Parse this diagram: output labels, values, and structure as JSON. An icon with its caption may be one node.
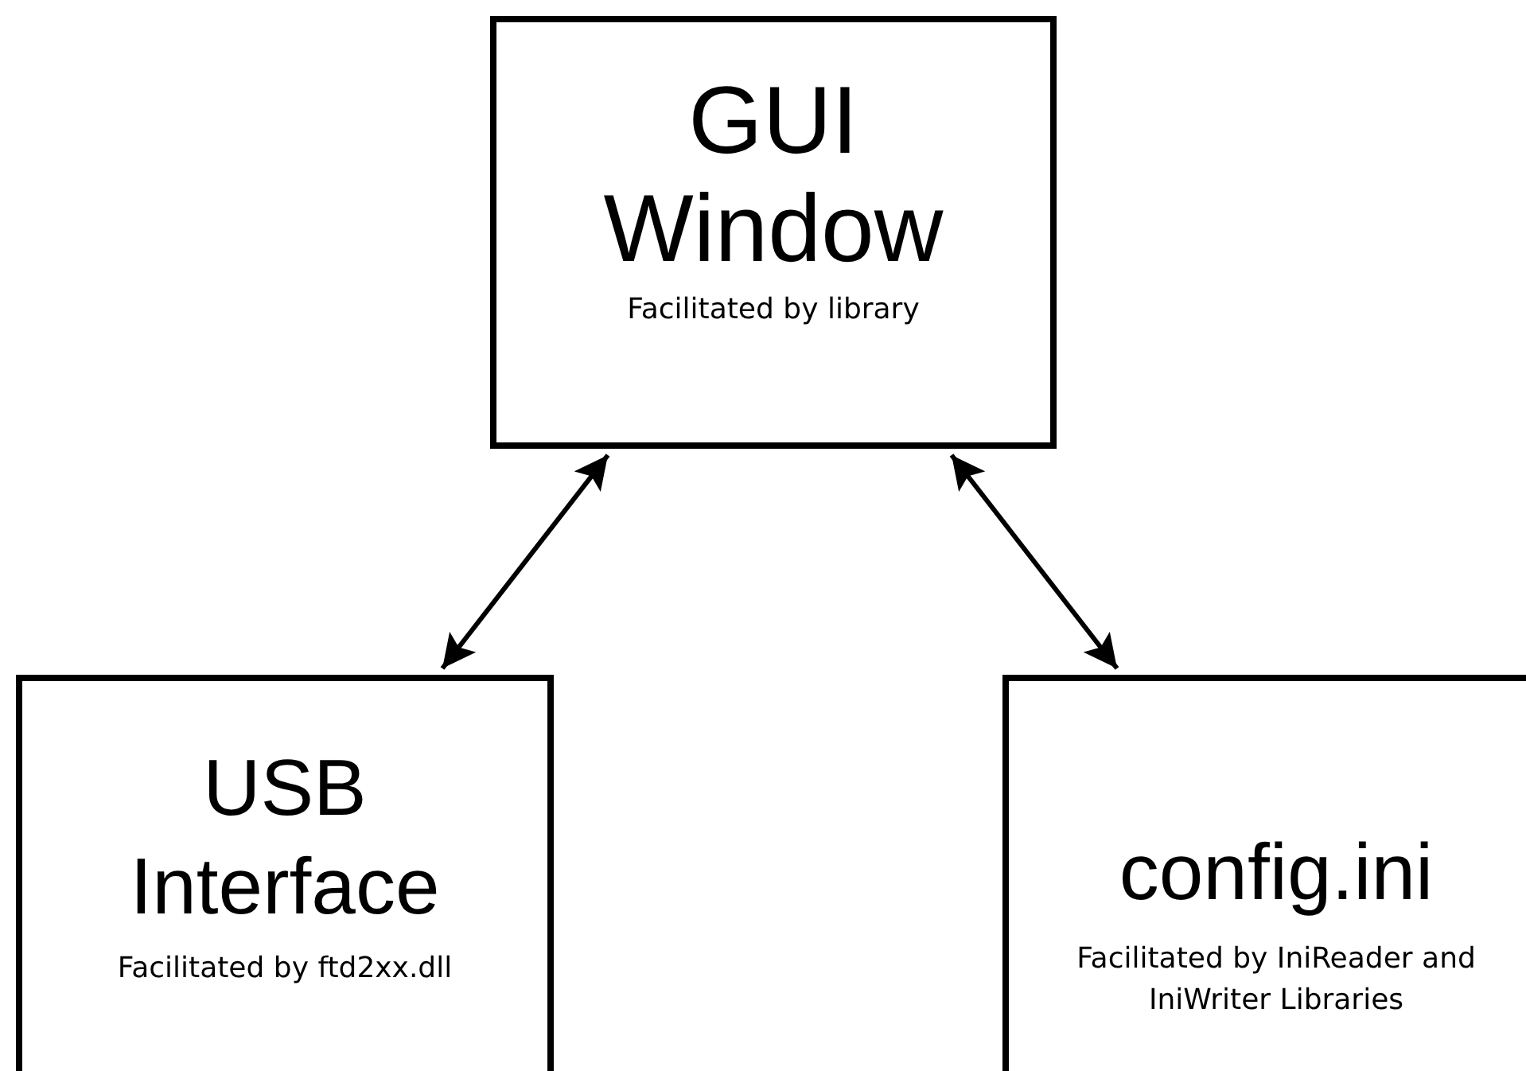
{
  "diagram": {
    "nodes": [
      {
        "text": [
          "GUI Window",
          "Facilitated by library"
        ]
      },
      {
        "text": [
          "USB Interface",
          "Facilitated by ftd2xx.dll"
        ]
      },
      {
        "text": [
          "config.ini",
          "Facilitated by IniReader and IniWriter Libraries"
        ]
      }
    ],
    "edges": [
      {
        "from": 0,
        "to": 1,
        "arrow": "both"
      },
      {
        "from": 0,
        "to": 2,
        "arrow": "both"
      }
    ]
  }
}
